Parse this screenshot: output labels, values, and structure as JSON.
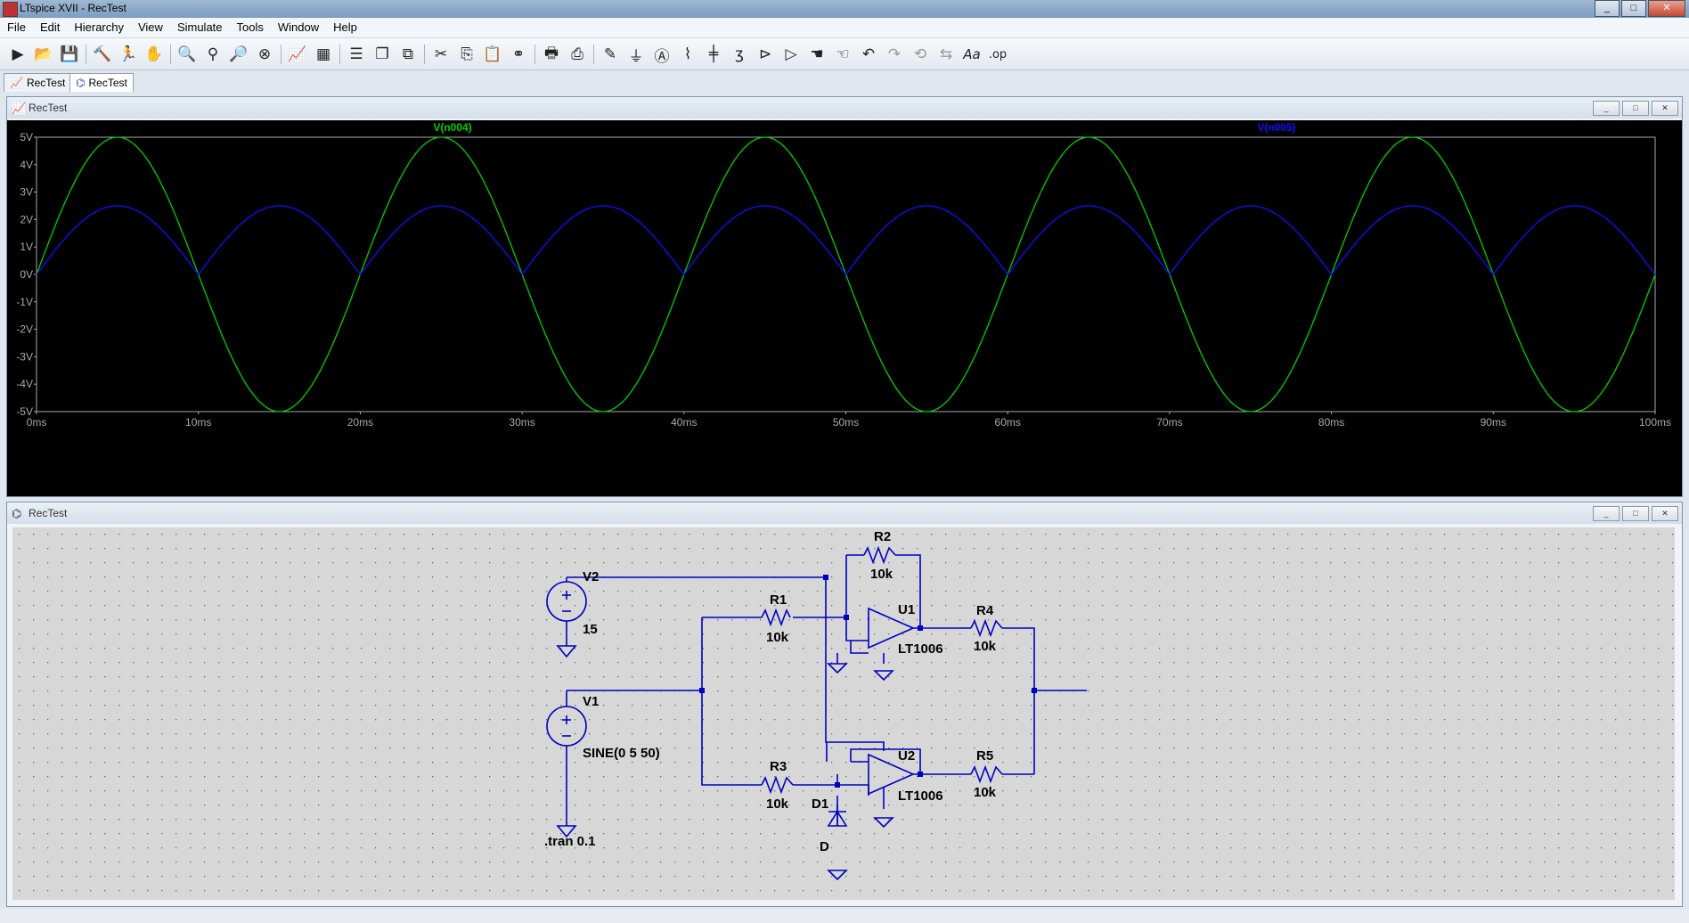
{
  "window": {
    "title": "LTspice XVII - RecTest",
    "buttons": [
      "_",
      "□",
      "✕"
    ]
  },
  "menu": [
    "File",
    "Edit",
    "Hierarchy",
    "View",
    "Simulate",
    "Tools",
    "Window",
    "Help"
  ],
  "toolbar_icons": [
    "run-icon",
    "open-icon",
    "save-icon",
    "control-panel-icon",
    "halt-icon",
    "pan-icon",
    "zoom-in-icon",
    "zoom-area-icon",
    "zoom-out-icon",
    "zoom-fit-icon",
    "autorange-icon",
    "grid-icon",
    "tile-horizontal-icon",
    "cascade-icon",
    "tile-vertical-icon",
    "cut-icon",
    "copy-icon",
    "paste-icon",
    "find-icon",
    "print-icon",
    "print-setup-icon",
    "draw-wire-icon",
    "ground-icon",
    "label-net-icon",
    "resistor-icon",
    "capacitor-icon",
    "inductor-icon",
    "diode-icon",
    "component-icon",
    "move-icon",
    "drag-icon",
    "undo-icon",
    "redo-icon",
    "rotate-icon",
    "mirror-icon",
    "text-icon",
    "spice-directive-icon"
  ],
  "tabs": [
    {
      "label": "RecTest",
      "icon": "waveform-icon"
    },
    {
      "label": "RecTest",
      "icon": "schematic-icon"
    }
  ],
  "plot_pane": {
    "title": "RecTest",
    "buttons": [
      "_",
      "□",
      "✕"
    ]
  },
  "schematic_pane": {
    "title": "RecTest",
    "buttons": [
      "_",
      "□",
      "✕"
    ]
  },
  "colors": {
    "plot_bg": "#000000",
    "trace1": "#00d000",
    "trace2": "#1010ff",
    "wire": "#0000c0",
    "schematic_bg": "#d7d7d7"
  },
  "chart_data": {
    "type": "line",
    "title": "",
    "xlabel": "",
    "ylabel": "",
    "xlim": [
      0,
      100
    ],
    "ylim": [
      -5,
      5
    ],
    "x_ticks": [
      "0ms",
      "10ms",
      "20ms",
      "30ms",
      "40ms",
      "50ms",
      "60ms",
      "70ms",
      "80ms",
      "90ms",
      "100ms"
    ],
    "y_ticks": [
      "5V",
      "4V",
      "3V",
      "2V",
      "1V",
      "0V",
      "-1V",
      "-2V",
      "-3V",
      "-4V",
      "-5V"
    ],
    "series": [
      {
        "name": "V(n004)",
        "function": "5*sin(2*pi*50*t)",
        "color": "#00d000",
        "sample_ms": [
          0,
          5,
          10,
          15,
          20,
          25,
          30,
          35,
          40,
          45,
          50,
          55,
          60,
          65,
          70,
          75,
          80,
          85,
          90,
          95,
          100
        ],
        "sample_v": [
          0,
          5,
          0,
          -5,
          0,
          5,
          0,
          -5,
          0,
          5,
          0,
          -5,
          0,
          5,
          0,
          -5,
          0,
          5,
          0,
          -5,
          0
        ]
      },
      {
        "name": "V(n005)",
        "function": "2.5*|sin(2*pi*50*t)|",
        "color": "#1010ff",
        "sample_ms": [
          0,
          5,
          10,
          15,
          20,
          25,
          30,
          35,
          40,
          45,
          50,
          55,
          60,
          65,
          70,
          75,
          80,
          85,
          90,
          95,
          100
        ],
        "sample_v": [
          0,
          2.5,
          0,
          2.5,
          0,
          2.5,
          0,
          2.5,
          0,
          2.5,
          0,
          2.5,
          0,
          2.5,
          0,
          2.5,
          0,
          2.5,
          0,
          2.5,
          0
        ]
      }
    ],
    "grid": false,
    "legend": "top"
  },
  "schematic": {
    "v2": {
      "name": "V2",
      "value": "15"
    },
    "v1": {
      "name": "V1",
      "value": "SINE(0 5 50)"
    },
    "directive": ".tran 0.1",
    "r1": {
      "name": "R1",
      "value": "10k"
    },
    "r2": {
      "name": "R2",
      "value": "10k"
    },
    "r3": {
      "name": "R3",
      "value": "10k"
    },
    "r4": {
      "name": "R4",
      "value": "10k"
    },
    "r5": {
      "name": "R5",
      "value": "10k"
    },
    "u1": {
      "name": "U1",
      "model": "LT1006"
    },
    "u2": {
      "name": "U2",
      "model": "LT1006"
    },
    "d1": {
      "name": "D1",
      "model": "D"
    }
  }
}
